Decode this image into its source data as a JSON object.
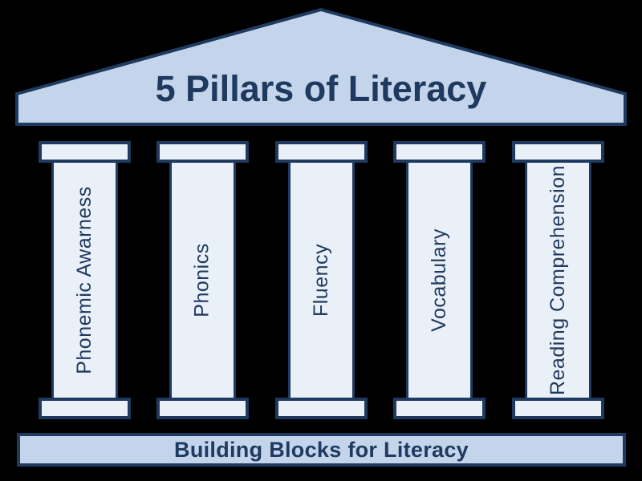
{
  "diagram": {
    "title": "5 Pillars of Literacy",
    "base_label": "Building Blocks for Literacy",
    "pillars": [
      {
        "label": "Phonemic Awarness"
      },
      {
        "label": "Phonics"
      },
      {
        "label": "Fluency"
      },
      {
        "label": "Vocabulary"
      },
      {
        "label": "Reading Comprehension"
      }
    ],
    "colors": {
      "background": "#000000",
      "navy": "#1e3a5e",
      "pediment_fill": "#c4d4ea",
      "pillar_fill": "#eaf0f8",
      "text": "#1e3a5e"
    }
  }
}
